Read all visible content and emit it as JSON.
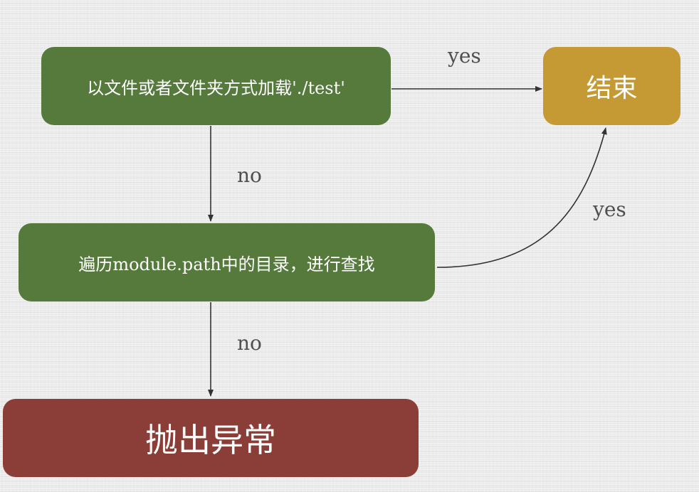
{
  "nodes": {
    "load": {
      "label": "以文件或者文件夹方式加载'./test'",
      "color": "#557a3c"
    },
    "search": {
      "label": "遍历module.path中的目录，进行查找",
      "color": "#557a3c"
    },
    "end": {
      "label": "结束",
      "color": "#c59a34"
    },
    "error": {
      "label": "抛出异常",
      "color": "#8b3e37"
    }
  },
  "edges": {
    "load_to_end": "yes",
    "load_to_search": "no",
    "search_to_end": "yes",
    "search_to_error": "no"
  },
  "colors": {
    "arrow": "#333333",
    "label_text": "#4f4f4f",
    "background": "#efefef"
  }
}
